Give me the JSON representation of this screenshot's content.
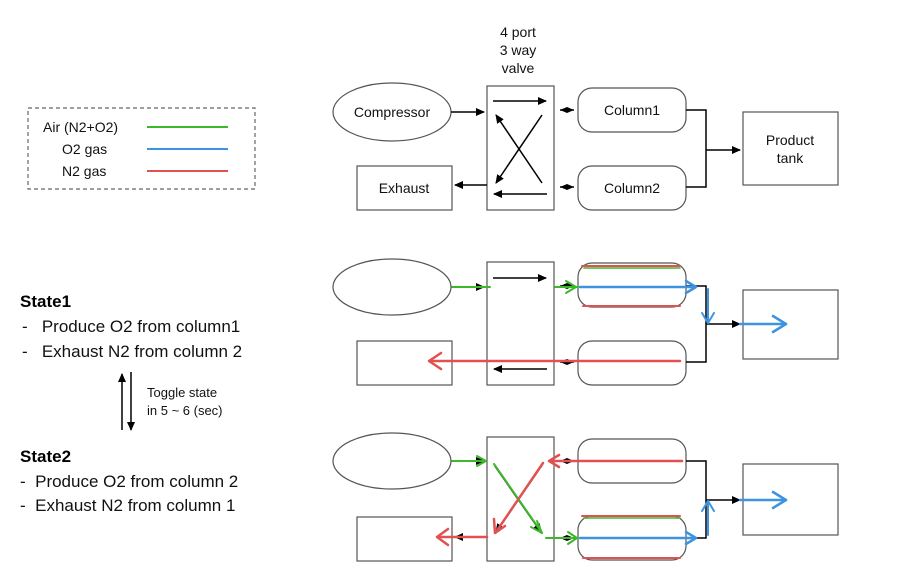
{
  "colors": {
    "air": "#3cb82a",
    "o2": "#3d93e0",
    "n2": "#e05252",
    "stroke": "#555555",
    "arrow": "#000000"
  },
  "legend": {
    "items": [
      {
        "label": "Air (N2+O2)",
        "color": "#3cb82a"
      },
      {
        "label": "O2 gas",
        "color": "#3d93e0"
      },
      {
        "label": "N2 gas",
        "color": "#e05252"
      }
    ]
  },
  "valve": {
    "title_lines": [
      "4 port",
      "3 way",
      "valve"
    ]
  },
  "components": {
    "compressor": "Compressor",
    "column1": "Column1",
    "column2": "Column2",
    "exhaust": "Exhaust",
    "product_tank_lines": [
      "Product",
      "tank"
    ]
  },
  "state1": {
    "title": "State1",
    "lines": [
      "-   Produce O2 from column1",
      "-   Exhaust N2 from column 2"
    ]
  },
  "toggle": {
    "lines": [
      "Toggle state",
      "in 5 ~ 6 (sec)"
    ]
  },
  "state2": {
    "title": "State2",
    "lines": [
      "-  Produce O2 from column 2",
      "-  Exhaust N2 from column 1"
    ]
  }
}
